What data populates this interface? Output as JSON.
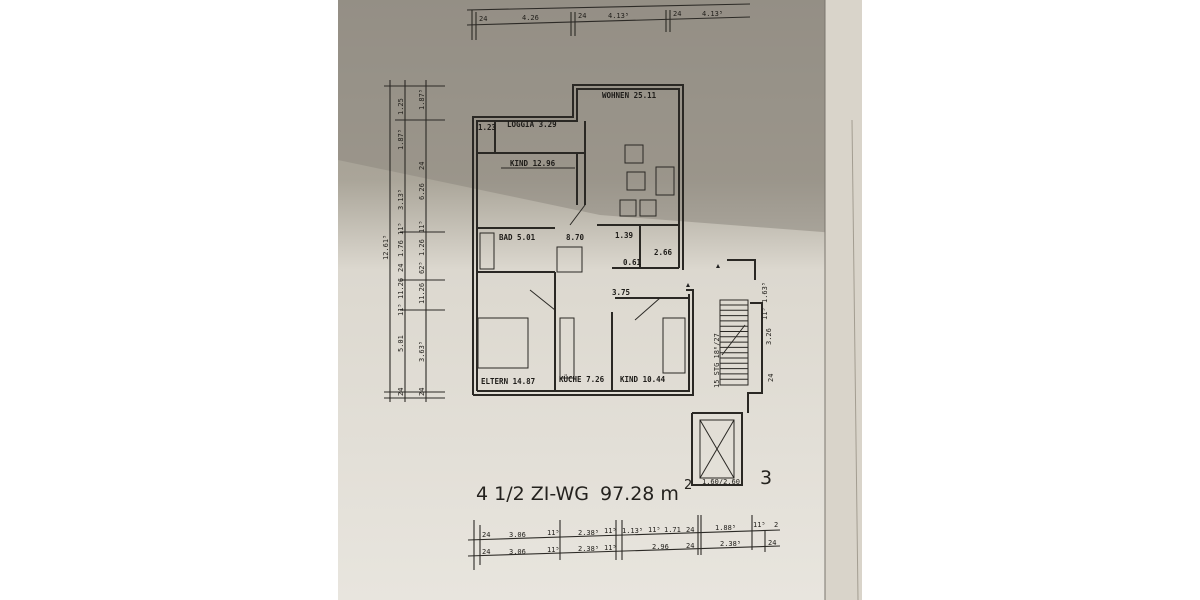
{
  "plan": {
    "unit_type": "4 1/2 ZI-WG",
    "area": "97.28 m",
    "area_unit_exponent": "2",
    "sheet_number": "3",
    "rooms": [
      {
        "name": "WOHNEN 25.11"
      },
      {
        "name": "LOGGIA 3.29"
      },
      {
        "name": "1.23"
      },
      {
        "name": "KIND 12.96"
      },
      {
        "name": "BAD 5.01"
      },
      {
        "name": "8.70"
      },
      {
        "name": "1.39"
      },
      {
        "name": "0.61"
      },
      {
        "name": "2.66"
      },
      {
        "name": "3.75"
      },
      {
        "name": "ELTERN 14.87"
      },
      {
        "name": "KÜCHE 7.26"
      },
      {
        "name": "KIND 10.44"
      }
    ],
    "stairs": "15 STG 18⁶/27",
    "elevator": "1.60/2.60"
  },
  "dimensions": {
    "top": [
      "24",
      "4.26",
      "24",
      "4.13⁵",
      "24",
      "4.13⁵"
    ],
    "left_outer": [
      "12.61⁵"
    ],
    "left_middle": [
      "1.25",
      "1.87⁵",
      "3.13⁵",
      "11⁵",
      "1.76",
      "24",
      "11.26",
      "11⁵",
      "5.01",
      "24"
    ],
    "left_inner": [
      "1.87⁵",
      "24",
      "6.26",
      "11⁵",
      "1.26",
      "62⁵",
      "11.26",
      "3.63⁵",
      "24"
    ],
    "bottom_row1": [
      "24",
      "3.06",
      "11⁵",
      "2.38⁵",
      "11⁵",
      "1.13⁵",
      "11⁵",
      "1.71",
      "24",
      "1.88⁵",
      "11⁵",
      "2"
    ],
    "bottom_row2": [
      "24",
      "3.06",
      "11⁵",
      "2.38⁵",
      "11⁵",
      "2.96",
      "24",
      "2.38⁵",
      "24"
    ],
    "stair_side": [
      "1.63⁵",
      "11⁵",
      "3.26",
      "24"
    ]
  }
}
